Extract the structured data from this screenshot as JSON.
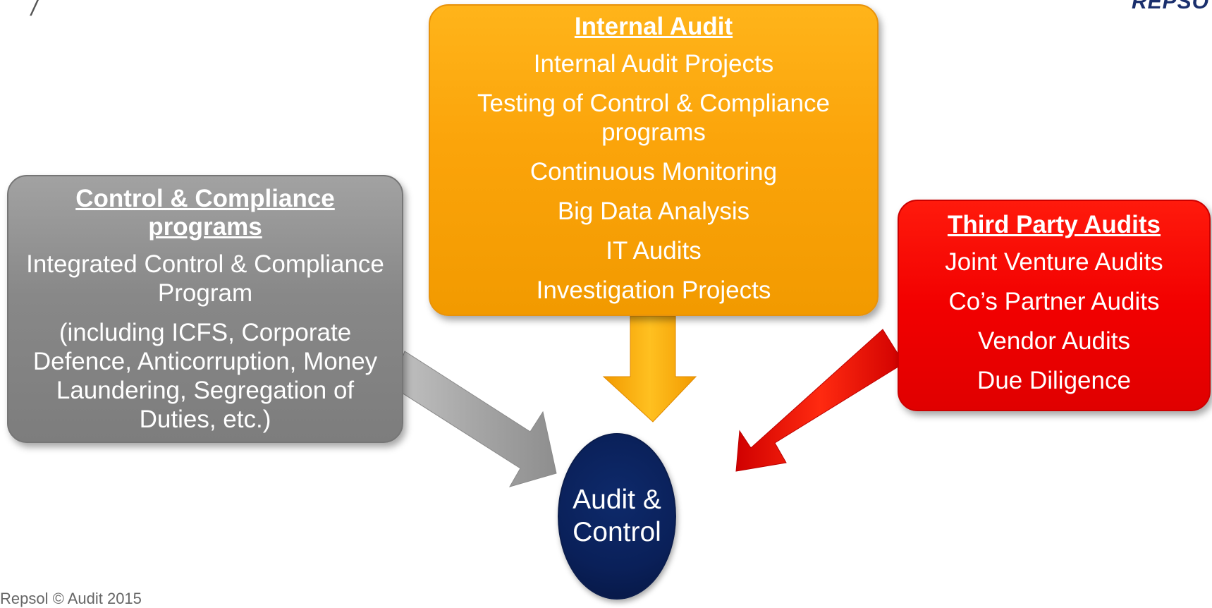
{
  "control_box": {
    "title": "Control & Compliance programs",
    "items": [
      "Integrated Control & Compliance Program",
      "(including ICFS, Corporate Defence, Anticorruption, Money Laundering, Segregation of Duties, etc.)"
    ]
  },
  "internal_audit_box": {
    "title": "Internal Audit",
    "items": [
      "Internal Audit Projects",
      "Testing of Control & Compliance programs",
      "Continuous Monitoring",
      "Big Data Analysis",
      "IT Audits",
      "Investigation Projects"
    ]
  },
  "third_party_box": {
    "title": "Third Party Audits",
    "items": [
      "Joint Venture Audits",
      "Co’s Partner Audits",
      "Vendor Audits",
      "Due Diligence"
    ]
  },
  "center": {
    "label": "Audit & Control"
  },
  "header": {
    "slash": "/",
    "logo": "REPSO"
  },
  "footer": {
    "text": "Repsol © Audit 2015"
  },
  "colors": {
    "control_box": "#8c8c8c",
    "internal_audit_box": "#fba40a",
    "third_party_box": "#f20000",
    "center": "#0a2059"
  }
}
